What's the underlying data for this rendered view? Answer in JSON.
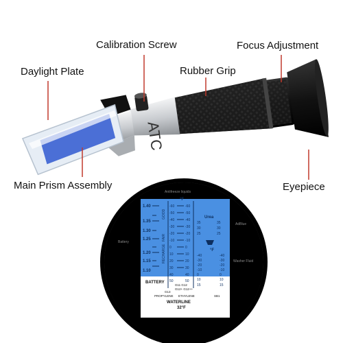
{
  "labels": {
    "calibration_screw": "Calibration Screw",
    "focus_adjustment": "Focus Adjustment",
    "daylight_plate": "Daylight Plate",
    "rubber_grip": "Rubber Grip",
    "main_prism": "Main Prism Assembly",
    "eyepiece": "Eyepiece",
    "atc": "ATC"
  },
  "scale": {
    "top_label": "Antifreeze liquids",
    "left_side": "Battery",
    "right_side_1": "AdBlue",
    "right_side_2": "Washer Fluid",
    "left_numbers": [
      "1.40",
      "1.35",
      "1.30",
      "1.25",
      "1.20",
      "1.15",
      "1.10"
    ],
    "battery_words": [
      "GOOD",
      "FAIR",
      "RECHARGE"
    ],
    "f_header": "°F",
    "f_left": [
      "-60",
      "-50",
      "-40",
      "-30",
      "-20",
      "-10",
      "0",
      "10",
      "20",
      "30",
      "40",
      "50"
    ],
    "f_right": [
      "-60",
      "-50",
      "-40",
      "-30",
      "-20",
      "-10",
      "0",
      "10",
      "20",
      "30",
      "40",
      "50"
    ],
    "urea_label": "Urea",
    "urea_left": [
      "35",
      "30",
      "25"
    ],
    "urea_right": [
      "35",
      "30",
      "25"
    ],
    "washer_header": "°F",
    "washer_left": [
      "-40",
      "-30",
      "-20",
      "-10",
      "0",
      "10",
      "15"
    ],
    "washer_right": [
      "-40",
      "-30",
      "-20",
      "-10",
      "0",
      "10",
      "15"
    ],
    "battery_box": "BATTERY",
    "g_codes_1": "G11 G12",
    "g_codes_2": "G12+ G12++",
    "g13": "G13",
    "propylene": "PROPYLENE",
    "ethylene": "ETHYLENE",
    "sb1": "SB1",
    "waterline": "WATERLINE",
    "waterline_temp": "32°F"
  },
  "colors": {
    "scale_blue": "#4a90e2",
    "daylight_blue": "#4b6fd6",
    "callout_red": "#c0392b",
    "grip_black": "#1c1c1c",
    "body_silver": "#c9ccd0"
  }
}
